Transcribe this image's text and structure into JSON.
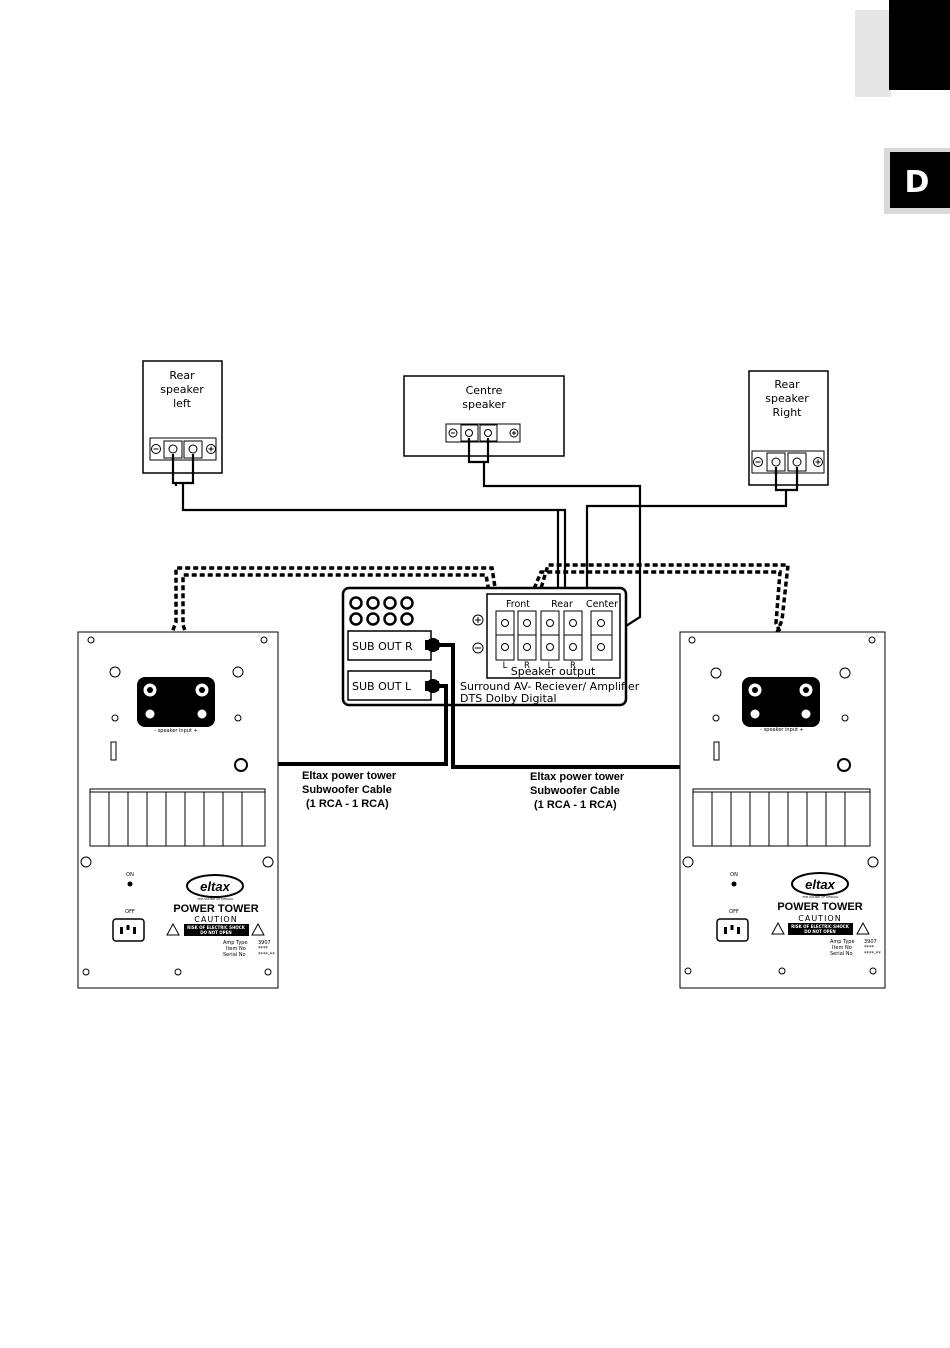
{
  "page_tab": {
    "letter": "D",
    "tab_color": "#000000",
    "side_tab_color": "#e6e6e6"
  },
  "speakers": {
    "rear_left": {
      "line1": "Rear",
      "line2": "speaker",
      "line3": "left"
    },
    "centre": {
      "line1": "Centre",
      "line2": "speaker"
    },
    "rear_right": {
      "line1": "Rear",
      "line2": "speaker",
      "line3": "Right"
    }
  },
  "receiver": {
    "sub_out_r": "SUB OUT R",
    "sub_out_l": "SUB OUT L",
    "front": "Front",
    "rear": "Rear",
    "center": "Center",
    "label_l1": "L",
    "label_r1": "R",
    "label_l2": "L",
    "label_r2": "R",
    "speaker_output": "Speaker output",
    "caption_line1": "Surround AV- Reciever/ Amplifier",
    "caption_line2": "DTS Dolby Digital"
  },
  "cable_left": {
    "line1": "Eltax power tower",
    "line2": "Subwoofer Cable",
    "line3": "(1 RCA - 1 RCA)"
  },
  "cable_right": {
    "line1": "Eltax power tower",
    "line2": "Subwoofer Cable",
    "line3": "(1 RCA - 1 RCA)"
  },
  "tower_panel": {
    "speaker_input": "- speaker input +",
    "on": "ON",
    "off": "OFF",
    "brand": "eltax",
    "brand_sub": "THE SOUND OF DESIGN",
    "product": "POWER TOWER",
    "caution": "CAUTION",
    "warning_line1": "RISK OF ELECTRIC SHOCK",
    "warning_line2": "DO NOT OPEN",
    "amp_type_label": "Amp Type",
    "amp_type_value": "3907",
    "item_no_label": "Item No",
    "item_no_value": "****",
    "serial_no_label": "Serial No",
    "serial_no_value": "****-**"
  }
}
